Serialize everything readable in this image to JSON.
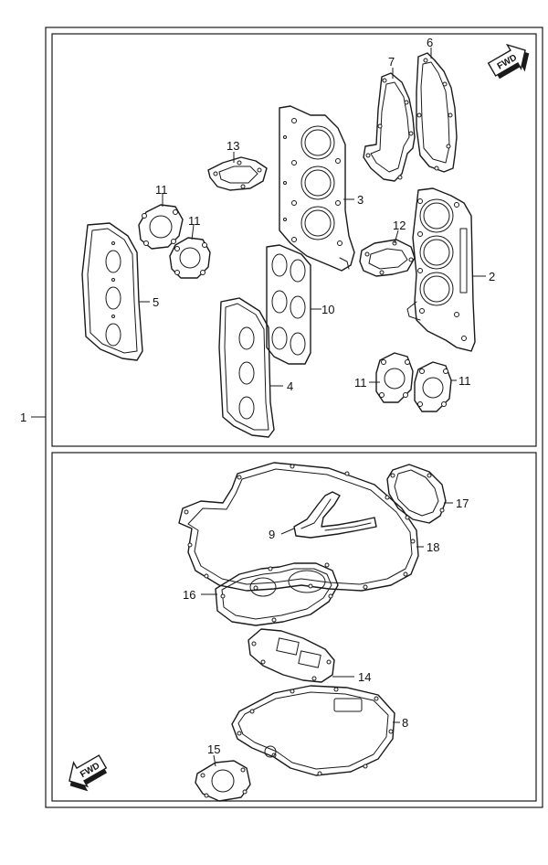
{
  "labels": {
    "l1": "1",
    "l2": "2",
    "l3": "3",
    "l4": "4",
    "l5": "5",
    "l6": "6",
    "l7": "7",
    "l8": "8",
    "l9": "9",
    "l10": "10",
    "l11a": "11",
    "l11b": "11",
    "l11c": "11",
    "l11d": "11",
    "l12": "12",
    "l13": "13",
    "l14": "14",
    "l15": "15",
    "l16": "16",
    "l17": "17",
    "l18": "18"
  },
  "fwd_top": "FWD",
  "fwd_bottom": "FWD"
}
